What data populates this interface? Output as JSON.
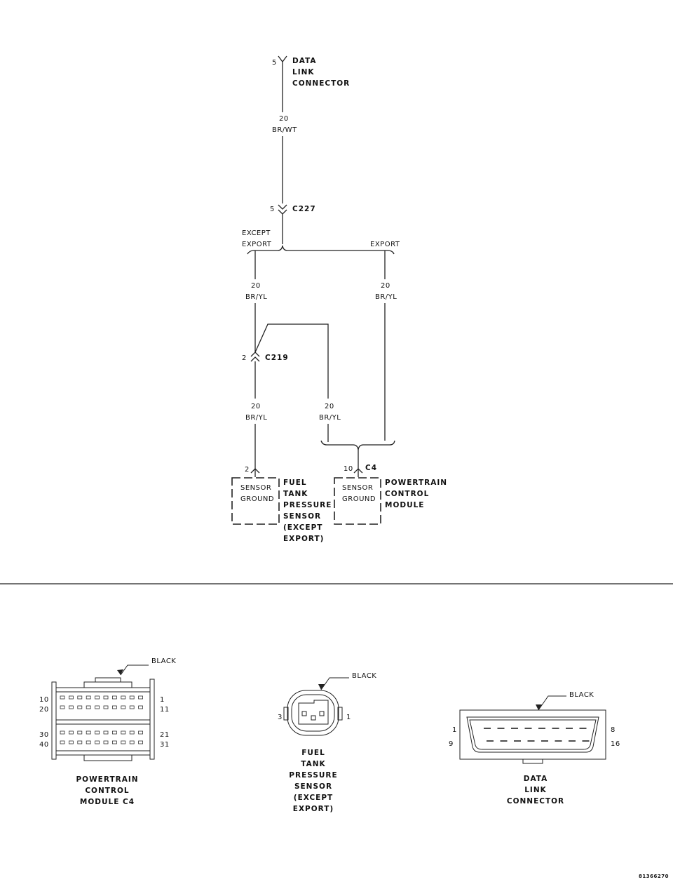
{
  "schematic": {
    "dlc_pin": "5",
    "dlc_name": [
      "DATA",
      "LINK",
      "CONNECTOR"
    ],
    "wire_top": {
      "gauge": "20",
      "color": "BR/WT"
    },
    "c227": {
      "pin": "5",
      "name": "C227"
    },
    "branch_left": [
      "EXCEPT",
      "EXPORT"
    ],
    "branch_right": "EXPORT",
    "wire_left_upper": {
      "gauge": "20",
      "color": "BR/YL"
    },
    "wire_right_upper": {
      "gauge": "20",
      "color": "BR/YL"
    },
    "c219": {
      "pin": "2",
      "name": "C219"
    },
    "wire_left_lower": {
      "gauge": "20",
      "color": "BR/YL"
    },
    "wire_mid_lower": {
      "gauge": "20",
      "color": "BR/YL"
    },
    "ftps_pin": "2",
    "ftps_box_label": [
      "SENSOR",
      "GROUND"
    ],
    "ftps_name": [
      "FUEL",
      "TANK",
      "PRESSURE",
      "SENSOR",
      "(EXCEPT",
      "EXPORT)"
    ],
    "c4": {
      "pin": "10",
      "name": "C4"
    },
    "pcm_box_label": [
      "SENSOR",
      "GROUND"
    ],
    "pcm_name": [
      "POWERTRAIN",
      "CONTROL",
      "MODULE"
    ]
  },
  "connectors": {
    "pcm": {
      "color_label": "BLACK",
      "pins": {
        "tl": "10",
        "tl2": "20",
        "tr": "1",
        "tr2": "11",
        "bl": "30",
        "bl2": "40",
        "br": "21",
        "br2": "31"
      },
      "name": [
        "POWERTRAIN",
        "CONTROL",
        "MODULE C4"
      ]
    },
    "ftps": {
      "color_label": "BLACK",
      "pins": {
        "left": "3",
        "right": "1"
      },
      "name": [
        "FUEL",
        "TANK",
        "PRESSURE",
        "SENSOR",
        "(EXCEPT",
        "EXPORT)"
      ]
    },
    "dlc": {
      "color_label": "BLACK",
      "pins": {
        "tl": "1",
        "bl": "9",
        "tr": "8",
        "br": "16"
      },
      "name": [
        "DATA",
        "LINK",
        "CONNECTOR"
      ]
    }
  },
  "figure_id": "81366270"
}
